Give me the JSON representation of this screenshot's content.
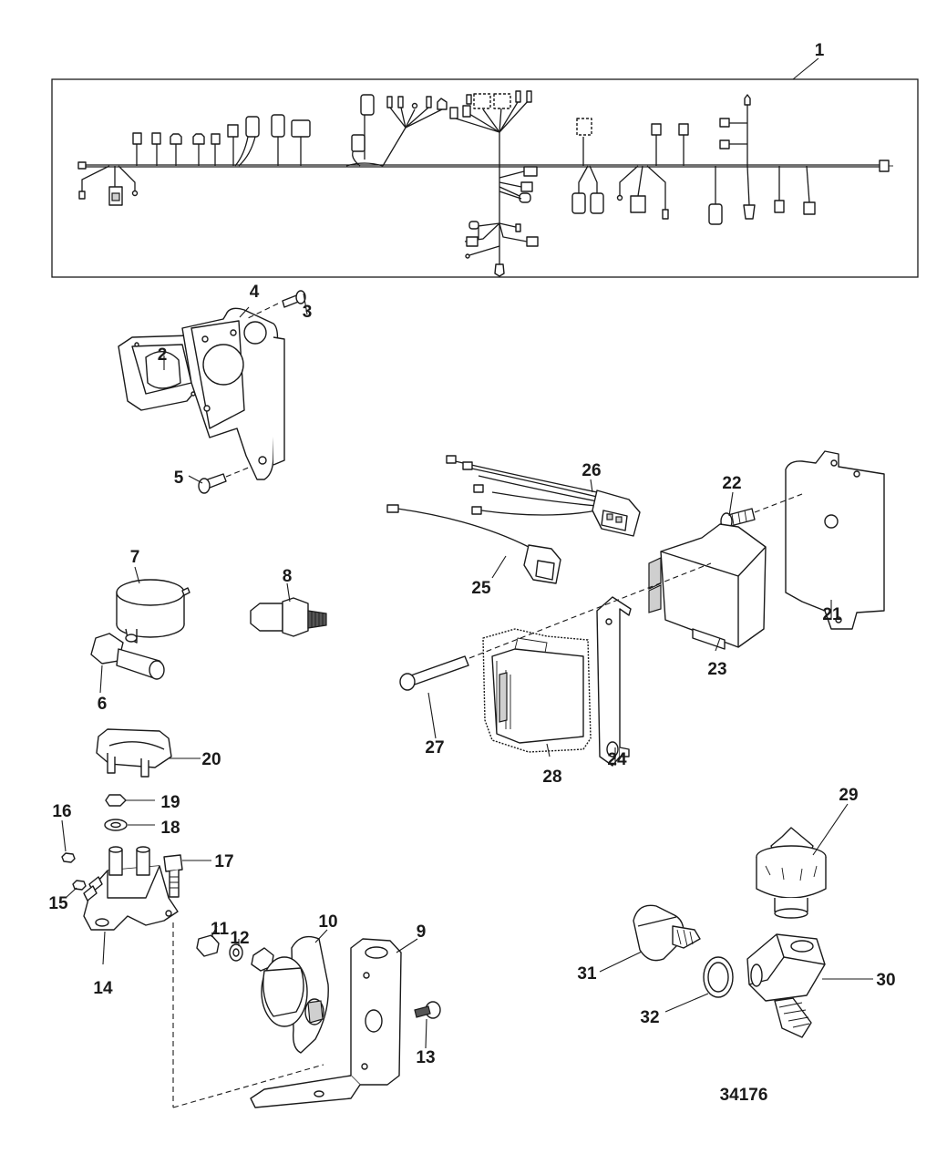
{
  "diagram": {
    "reference_number": "34176",
    "callouts": [
      "1",
      "2",
      "3",
      "4",
      "5",
      "6",
      "7",
      "8",
      "9",
      "10",
      "11",
      "12",
      "13",
      "14",
      "15",
      "16",
      "17",
      "18",
      "19",
      "20",
      "21",
      "22",
      "23",
      "24",
      "25",
      "26",
      "27",
      "28",
      "29",
      "30",
      "31",
      "32"
    ]
  }
}
